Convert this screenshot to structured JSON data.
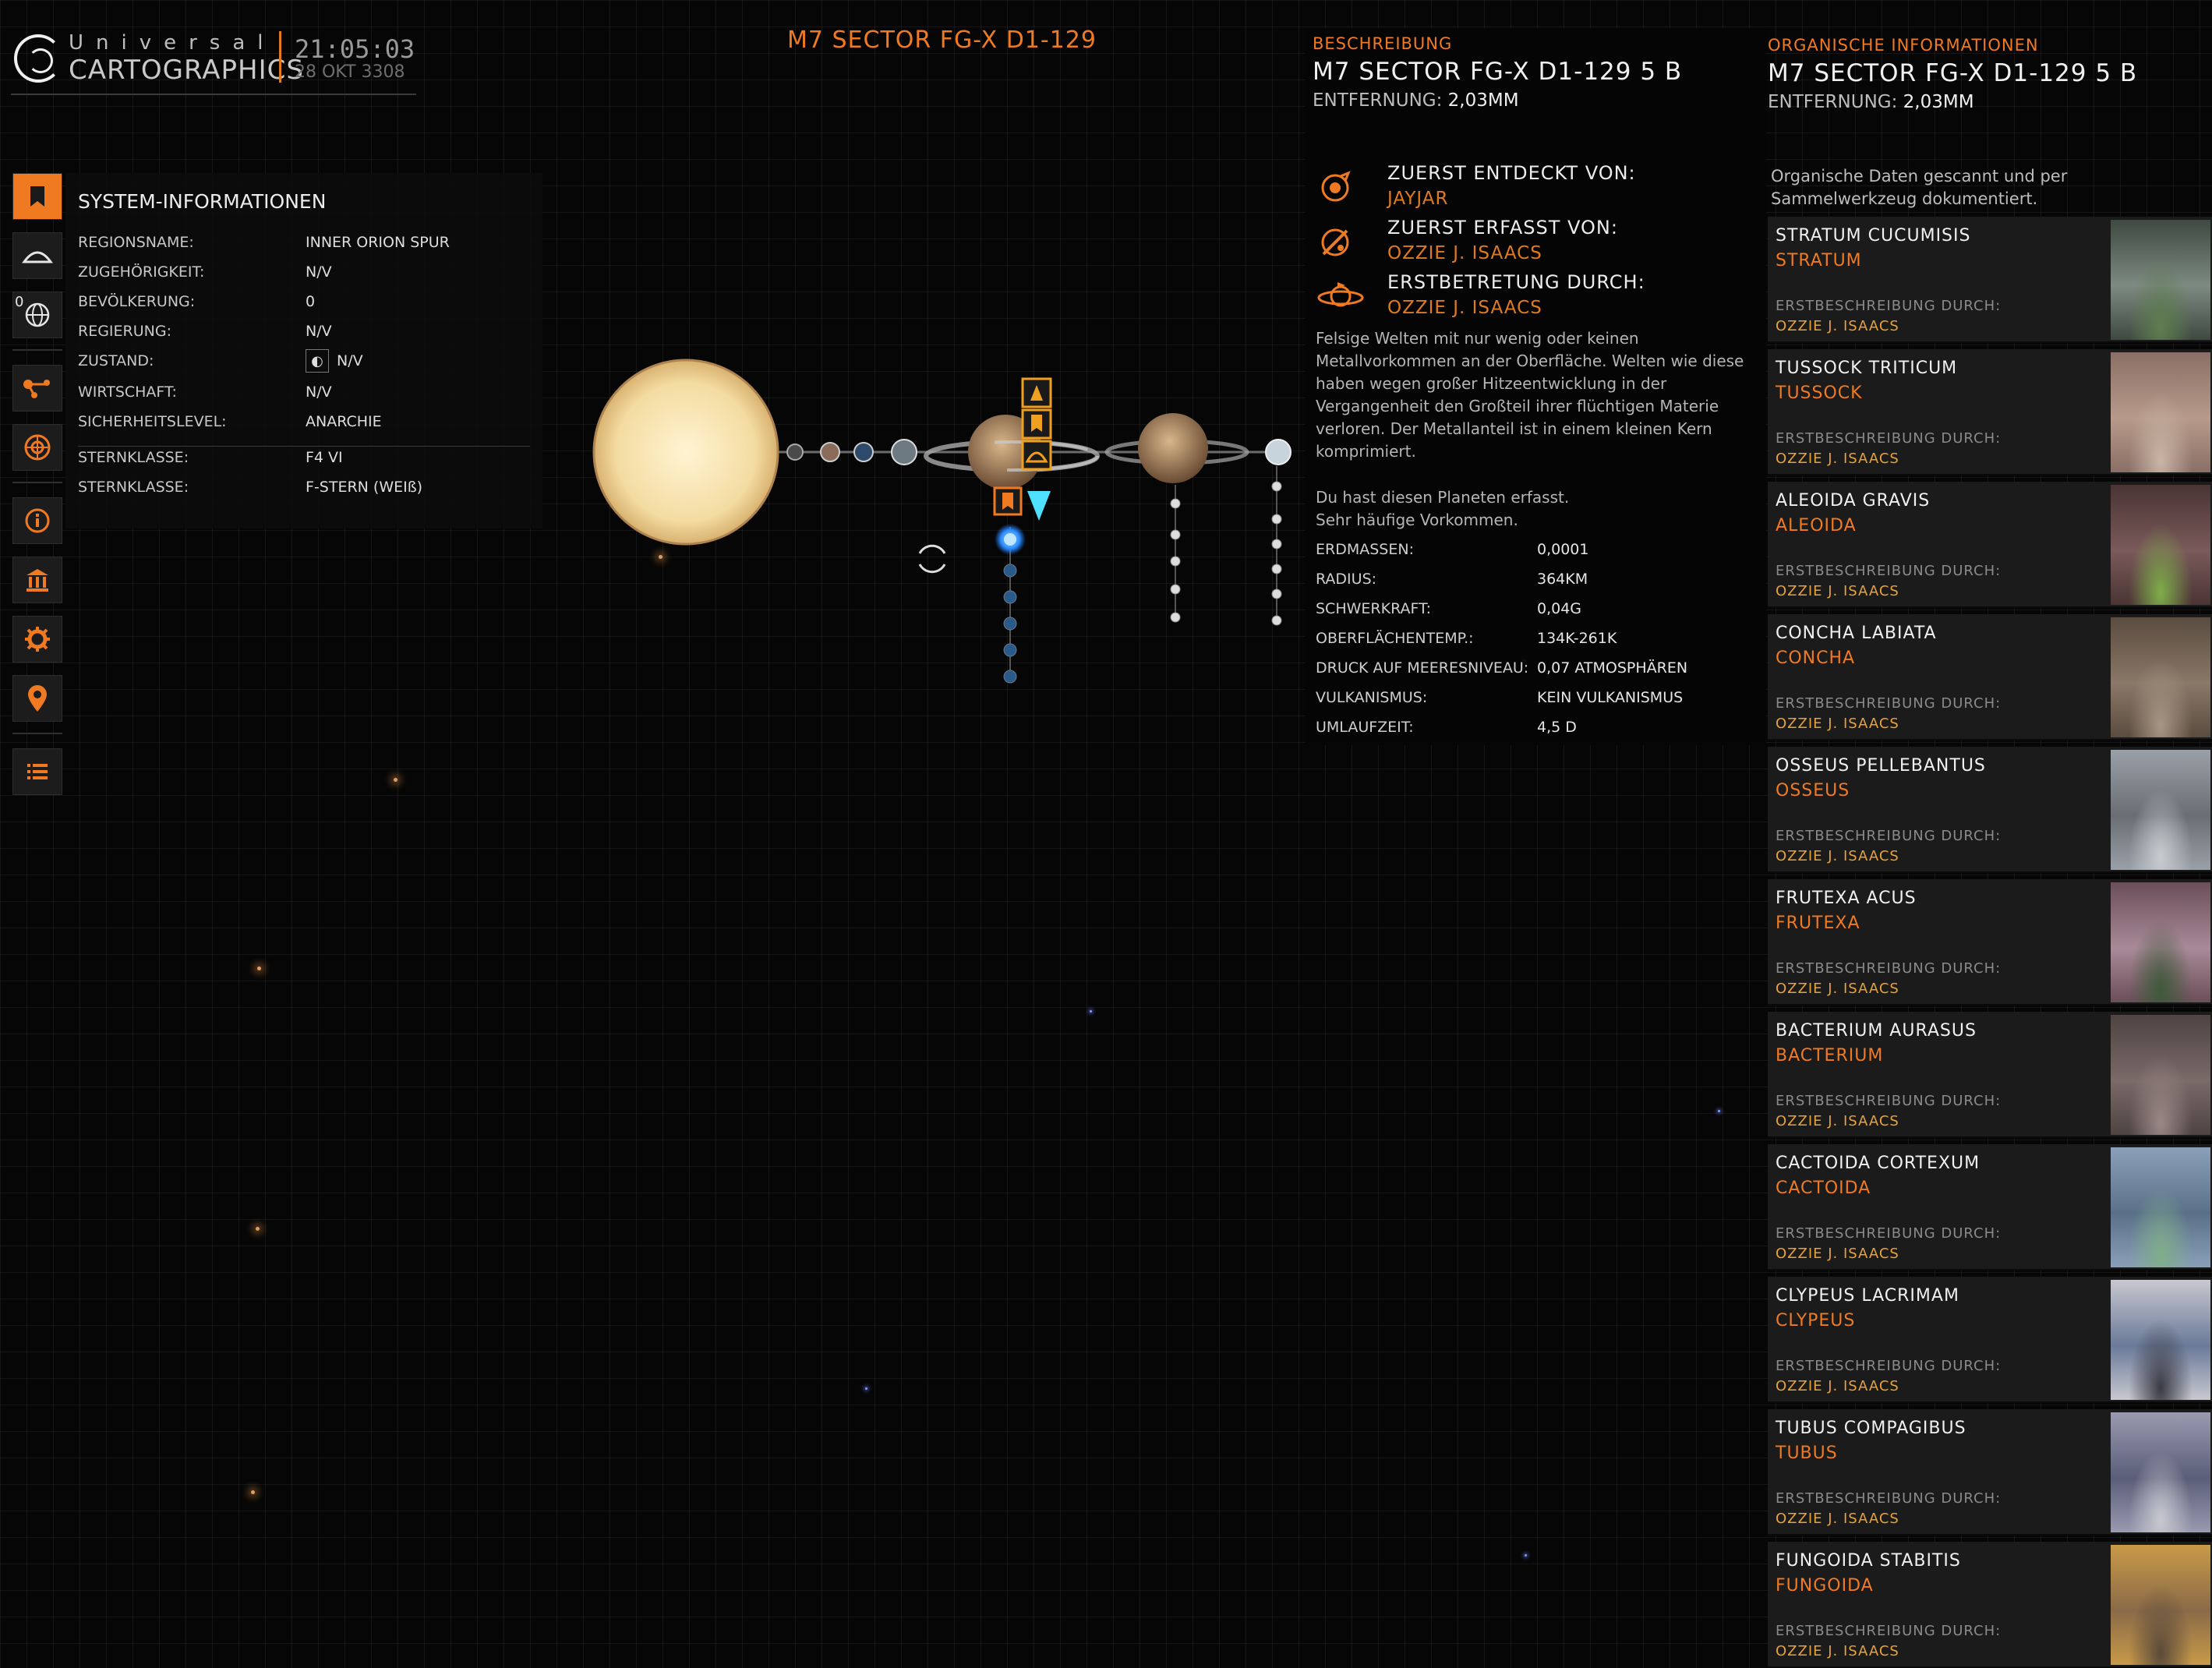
{
  "header": {
    "logo_line1": "Universal",
    "logo_line2": "CARTOGRAPHICS",
    "time": "21:05:03",
    "date": "28 OKT 3308",
    "system_title": "M7 SECTOR FG-X D1-129"
  },
  "nav": {
    "icons": [
      "bookmark-icon",
      "planet-surface-icon",
      "globe-icon",
      "route-icon",
      "target-icon",
      "info-icon",
      "bank-icon",
      "gear-icon",
      "location-pin-icon",
      "list-icon"
    ],
    "globe_badge": "0"
  },
  "system_info": {
    "title": "SYSTEM-INFORMATIONEN",
    "rows": [
      {
        "k": "REGIONSNAME:",
        "v": "INNER ORION SPUR"
      },
      {
        "k": "ZUGEHÖRIGKEIT:",
        "v": "N/V"
      },
      {
        "k": "BEVÖLKERUNG:",
        "v": "0"
      },
      {
        "k": "REGIERUNG:",
        "v": "N/V"
      },
      {
        "k": "ZUSTAND:",
        "v": "N/V"
      },
      {
        "k": "WIRTSCHAFT:",
        "v": "N/V"
      },
      {
        "k": "SICHERHEITSLEVEL:",
        "v": "ANARCHIE"
      },
      {
        "k": "STERNKLASSE:",
        "v": "F4 VI"
      },
      {
        "k": "STERNKLASSE:",
        "v": "F-STERN (WEIß)"
      }
    ]
  },
  "description": {
    "label": "BESCHREIBUNG",
    "name": "M7 SECTOR FG-X D1-129 5 B",
    "distance_label": "ENTFERNUNG:",
    "distance_value": "2,03MM",
    "discovery": [
      {
        "label": "ZUERST ENTDECKT VON:",
        "who": "JAYJAR",
        "icon": "discovery-icon"
      },
      {
        "label": "ZUERST ERFASST VON:",
        "who": "OZZIE J. ISAACS",
        "icon": "mapped-icon"
      },
      {
        "label": "ERSTBETRETUNG DURCH:",
        "who": "OZZIE J. ISAACS",
        "icon": "footfall-icon"
      }
    ],
    "text": "Felsige Welten mit nur wenig oder keinen Metallvorkommen an der Oberfläche. Welten wie diese haben wegen großer Hitzeentwicklung in der Vergangenheit den Großteil ihrer flüchtigen Materie verloren. Der Metallanteil ist in einem kleinen Kern komprimiert.",
    "note_line1": "Du hast diesen Planeten erfasst.",
    "note_line2": "Sehr häufige Vorkommen.",
    "stats": [
      {
        "k": "ERDMASSEN:",
        "v": "0,0001"
      },
      {
        "k": "RADIUS:",
        "v": "364KM"
      },
      {
        "k": "SCHWERKRAFT:",
        "v": "0,04G"
      },
      {
        "k": "OBERFLÄCHENTEMP.:",
        "v": "134K-261K"
      },
      {
        "k": "DRUCK AUF MEERESNIVEAU:",
        "v": "0,07 ATMOSPHÄREN"
      },
      {
        "k": "VULKANISMUS:",
        "v": "KEIN VULKANISMUS"
      },
      {
        "k": "UMLAUFZEIT:",
        "v": "4,5 D"
      }
    ]
  },
  "organic": {
    "label": "ORGANISCHE INFORMATIONEN",
    "name": "M7 SECTOR FG-X D1-129 5 B",
    "distance_label": "ENTFERNUNG:",
    "distance_value": "2,03MM",
    "intro": "Organische Daten gescannt und per Sammelwerkzeug dokumentiert.",
    "first_desc_label": "ERSTBESCHREIBUNG DURCH:",
    "items": [
      {
        "name": "STRATUM CUCUMISIS",
        "genus": "STRATUM",
        "by": "OZZIE J. ISAACS",
        "c1": "#7d8a82",
        "c2": "#3e4a40",
        "c3": "#5f7d4f"
      },
      {
        "name": "TUSSOCK TRITICUM",
        "genus": "TUSSOCK",
        "by": "OZZIE J. ISAACS",
        "c1": "#b79a8a",
        "c2": "#8a6f66",
        "c3": "#c9b5a5"
      },
      {
        "name": "ALEOIDA GRAVIS",
        "genus": "ALEOIDA",
        "by": "OZZIE J. ISAACS",
        "c1": "#7a5a5a",
        "c2": "#4a3434",
        "c3": "#7fae4a"
      },
      {
        "name": "CONCHA LABIATA",
        "genus": "CONCHA",
        "by": "OZZIE J. ISAACS",
        "c1": "#8a7868",
        "c2": "#5a4c40",
        "c3": "#a89684"
      },
      {
        "name": "OSSEUS PELLEBANTUS",
        "genus": "OSSEUS",
        "by": "OZZIE J. ISAACS",
        "c1": "#6a6e74",
        "c2": "#9aa0a8",
        "c3": "#c8ccd0"
      },
      {
        "name": "FRUTEXA ACUS",
        "genus": "FRUTEXA",
        "by": "OZZIE J. ISAACS",
        "c1": "#a88a98",
        "c2": "#6a4e58",
        "c3": "#3e5a3a"
      },
      {
        "name": "BACTERIUM AURASUS",
        "genus": "BACTERIUM",
        "by": "OZZIE J. ISAACS",
        "c1": "#7a6a68",
        "c2": "#4e4442",
        "c3": "#9a8886"
      },
      {
        "name": "CACTOIDA CORTEXUM",
        "genus": "CACTOIDA",
        "by": "OZZIE J. ISAACS",
        "c1": "#5a7088",
        "c2": "#8aa0b8",
        "c3": "#7fae8a"
      },
      {
        "name": "CLYPEUS LACRIMAM",
        "genus": "CLYPEUS",
        "by": "OZZIE J. ISAACS",
        "c1": "#6a7a98",
        "c2": "#c8c8d0",
        "c3": "#3a3a44"
      },
      {
        "name": "TUBUS COMPAGIBUS",
        "genus": "TUBUS",
        "by": "OZZIE J. ISAACS",
        "c1": "#5a5e78",
        "c2": "#9a9ab0",
        "c3": "#c8c8d0"
      },
      {
        "name": "FUNGOIDA STABITIS",
        "genus": "FUNGOIDA",
        "by": "OZZIE J. ISAACS",
        "c1": "#8a6a48",
        "c2": "#c89a48",
        "c3": "#5a4a3a"
      }
    ]
  }
}
